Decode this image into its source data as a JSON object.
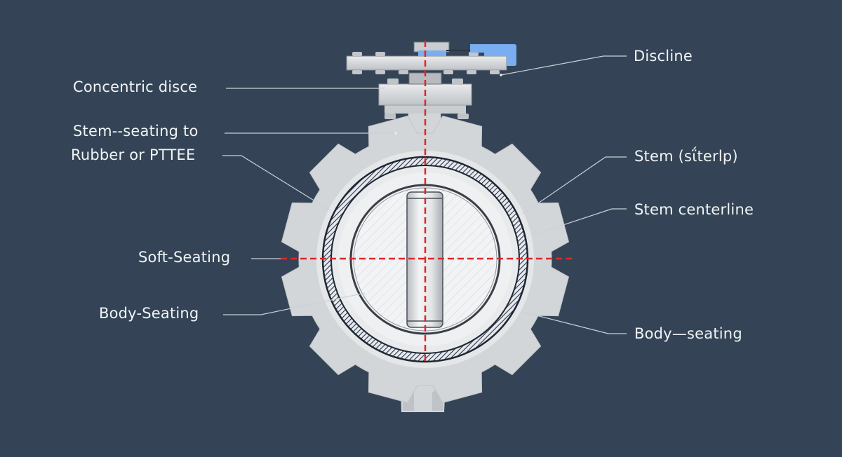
{
  "diagram": {
    "subject": "Concentric butterfly valve cross-section",
    "colors": {
      "background": "#344456",
      "body": "#d3d6d8",
      "body_shade": "#b9bdc1",
      "seat_ring": "#2a3342",
      "centerline": "#e0262b",
      "actuator_accent": "#79aef0",
      "label_text": "#f1f3f5",
      "leader_line": "#c9d1d9"
    },
    "labels": {
      "left": [
        {
          "id": "concentric-disc",
          "text": "Concentric disce"
        },
        {
          "id": "stem-seating",
          "text": "Stem--seating to"
        },
        {
          "id": "rubber-ptfe",
          "text": "Rubber or PTTEE"
        },
        {
          "id": "soft-seating",
          "text": "Soft-Seating"
        },
        {
          "id": "body-seating-left",
          "text": "Body-Seating"
        }
      ],
      "right": [
        {
          "id": "discline",
          "text": "Discline"
        },
        {
          "id": "stem-siterlp",
          "text": "Stem (sΐterlp)"
        },
        {
          "id": "stem-centerline",
          "text": "Stem centerline"
        },
        {
          "id": "body-seating-right",
          "text": "Body—seating"
        }
      ]
    }
  }
}
